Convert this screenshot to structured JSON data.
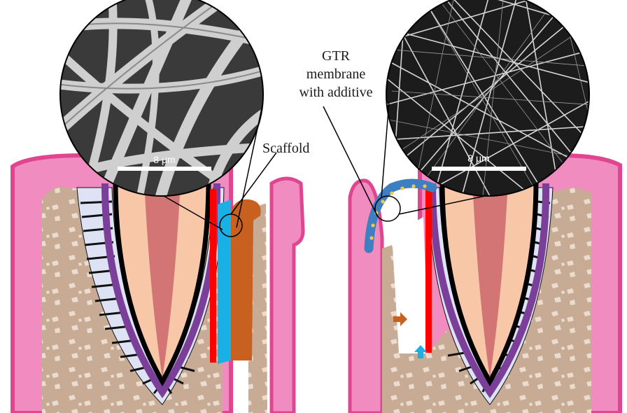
{
  "labels": {
    "scaffold": "Scaffold",
    "gtr_line1": "GTR",
    "gtr_line2": "membrane",
    "gtr_line3": "with additive"
  },
  "scale_bars": {
    "left": "8 μm",
    "right": "8 μm"
  },
  "colors": {
    "gingiva": "#f08cc0",
    "gingiva_edge": "#e0458f",
    "bone": "#c8ab94",
    "pdl": "#dde3f5",
    "cementum": "#7b3f99",
    "dentin": "#f7c7a8",
    "pulp": "#d47575",
    "scaffold": "#c86020",
    "gtr_membrane": "#3d7fc0",
    "new_bone_layer": "#19b0e6",
    "new_attachment": "#ff0000",
    "additive_dots": "#f3c84a"
  }
}
